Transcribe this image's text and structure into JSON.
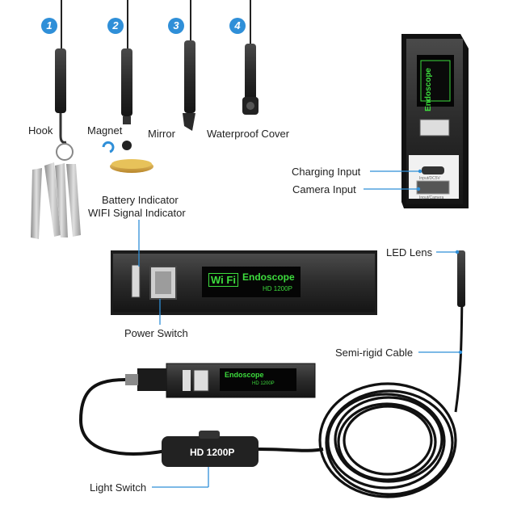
{
  "accessories": [
    {
      "number": "1",
      "label": "Hook"
    },
    {
      "number": "2",
      "label": "Magnet"
    },
    {
      "number": "3",
      "label": "Mirror"
    },
    {
      "number": "4",
      "label": "Waterproof Cover"
    }
  ],
  "labels": {
    "charging_input": "Charging Input",
    "camera_input": "Camera Input",
    "battery_indicator": "Battery Indicator",
    "wifi_indicator": "WIFI Signal Indicator",
    "power_switch": "Power Switch",
    "led_lens": "LED Lens",
    "semi_rigid_cable": "Semi-rigid Cable",
    "light_switch": "Light Switch"
  },
  "device": {
    "logo_wifi": "Wi Fi",
    "logo_name": "Endoscope",
    "logo_res": "HD 1200P",
    "module_logo_res": "HD 1200P",
    "side_top_port": "Input/DC5V",
    "side_bottom_port": "Input/Camera",
    "switch_label": "HD 1200P"
  },
  "colors": {
    "accent_blue": "#2f8fd8",
    "logo_green": "#3ddc3d",
    "body_dark": "#2a2a2a"
  }
}
